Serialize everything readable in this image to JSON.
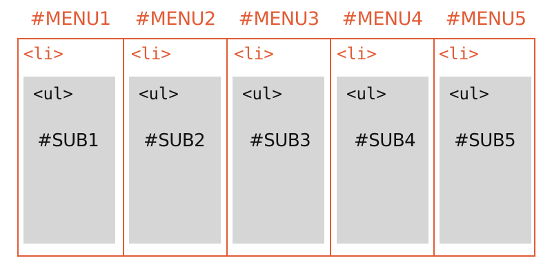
{
  "colors": {
    "accent": "#e25b35",
    "submenu_background": "#d6d6d6",
    "text": "#111111"
  },
  "menus": [
    {
      "title": "#MENU1",
      "li_tag": "<li>",
      "ul_tag": "<ul>",
      "submenu": "#SUB1"
    },
    {
      "title": "#MENU2",
      "li_tag": "<li>",
      "ul_tag": "<ul>",
      "submenu": "#SUB2"
    },
    {
      "title": "#MENU3",
      "li_tag": "<li>",
      "ul_tag": "<ul>",
      "submenu": "#SUB3"
    },
    {
      "title": "#MENU4",
      "li_tag": "<li>",
      "ul_tag": "<ul>",
      "submenu": "#SUB4"
    },
    {
      "title": "#MENU5",
      "li_tag": "<li>",
      "ul_tag": "<ul>",
      "submenu": "#SUB5"
    }
  ]
}
